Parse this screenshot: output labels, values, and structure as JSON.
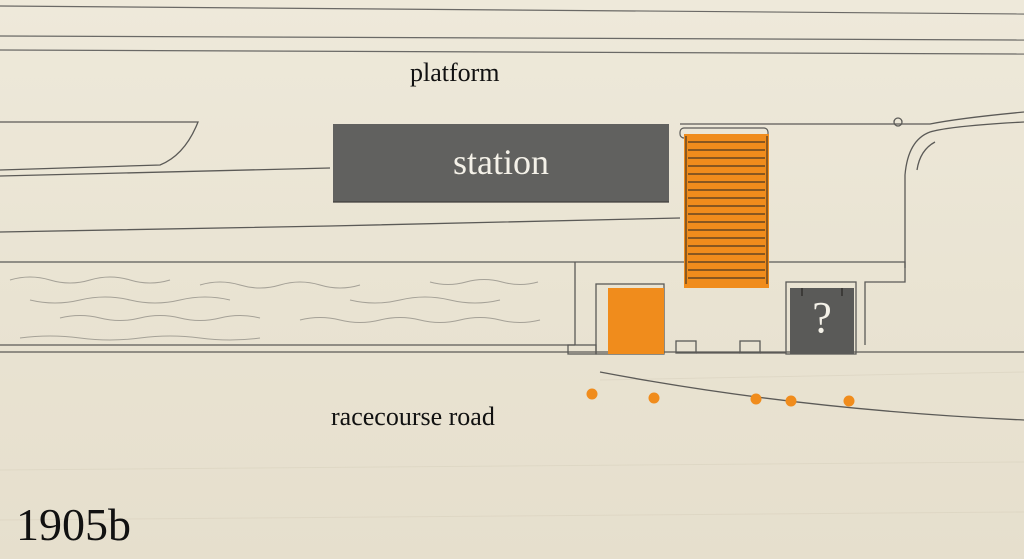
{
  "labels": {
    "platform": "platform",
    "station": "station",
    "road": "racecourse road",
    "plate": "1905b",
    "unknown": "?"
  },
  "colors": {
    "paper": "#ece7d8",
    "ink": "#5b5a57",
    "orange_highlight": "#f08c1c",
    "grey_block": "#5a5a58",
    "marker": "#f08c1c"
  },
  "legend_markers": {
    "count": 5
  }
}
